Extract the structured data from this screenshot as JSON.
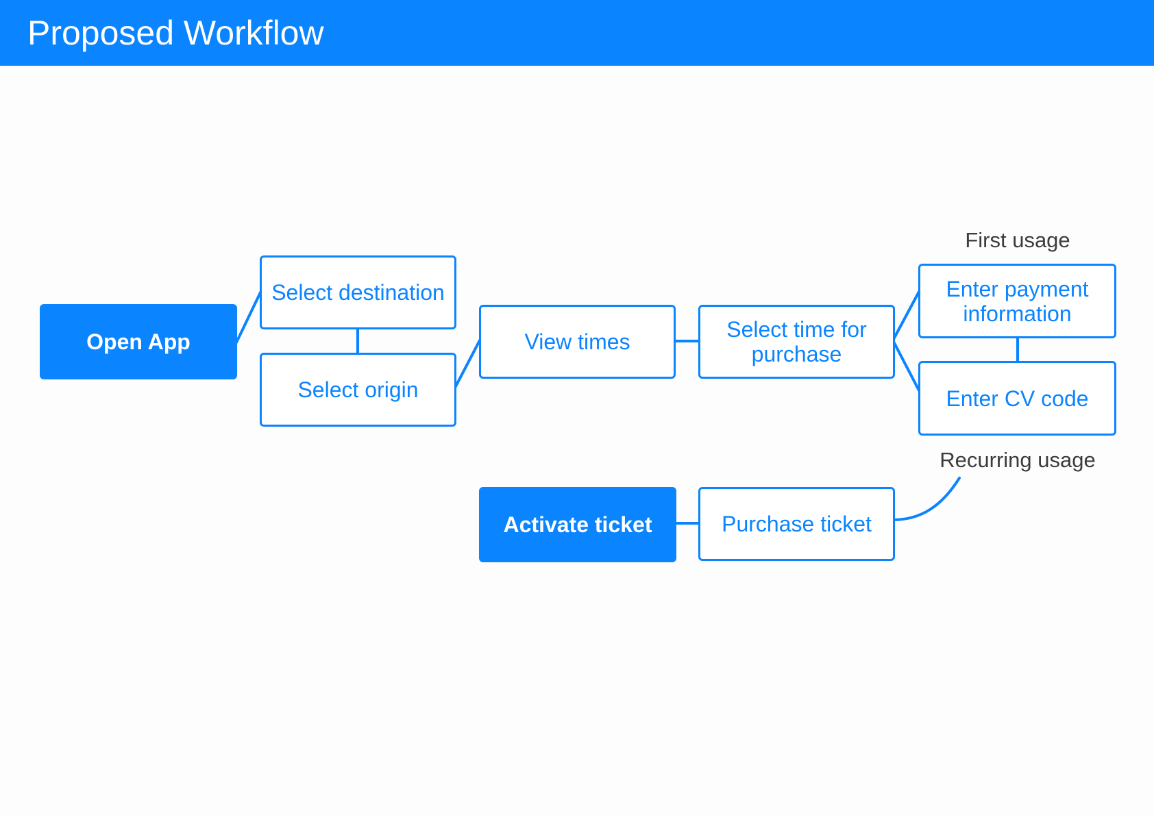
{
  "header": {
    "title": "Proposed Workflow"
  },
  "colors": {
    "accent": "#0A84FF",
    "note_text": "#3c3c3c",
    "background": "#fdfdfd"
  },
  "nodes": {
    "open_app": "Open App",
    "select_destination": "Select destination",
    "select_origin": "Select origin",
    "view_times": "View times",
    "select_time": "Select time for purchase",
    "enter_payment": "Enter payment information",
    "enter_cv": "Enter CV code",
    "activate_ticket": "Activate ticket",
    "purchase_ticket": "Purchase ticket"
  },
  "notes": {
    "first_usage": "First usage",
    "recurring_usage": "Recurring usage"
  }
}
